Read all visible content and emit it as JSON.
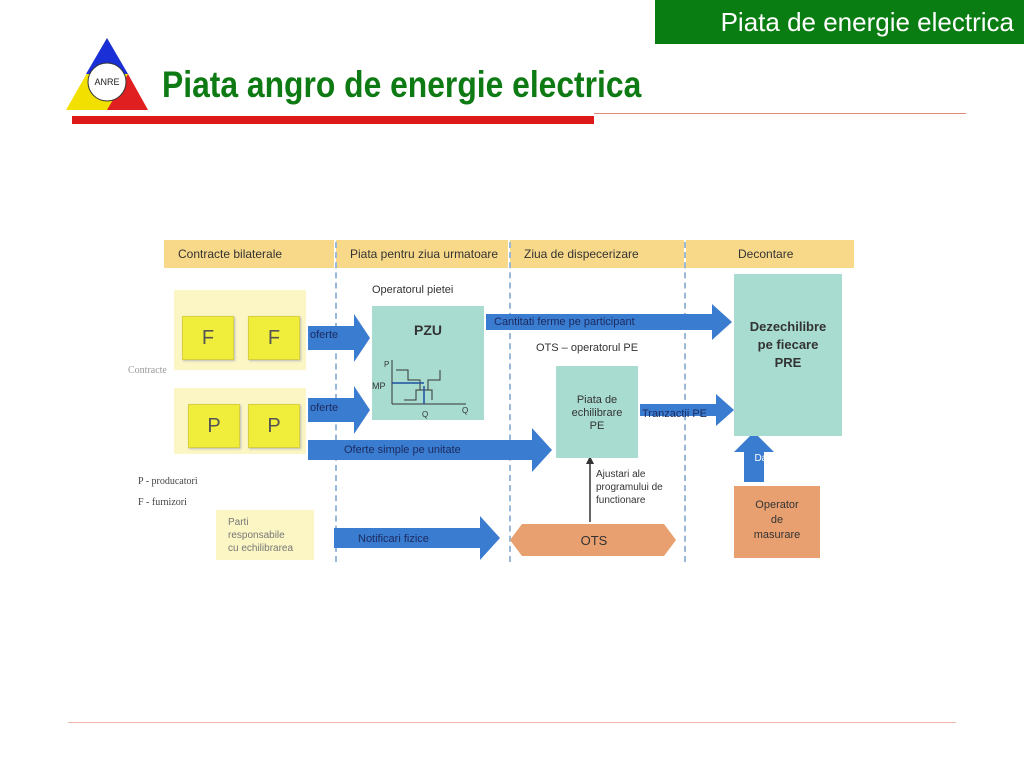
{
  "header": {
    "section": "Piata de energie electrica",
    "title": "Piata angro de energie electrica"
  },
  "logo": {
    "text": "ANRE",
    "colors": [
      "#1a2fd6",
      "#e02020",
      "#f2e100"
    ]
  },
  "diagram": {
    "columns": [
      "Contracte bilaterale",
      "Piata pentru ziua urmatoare",
      "Ziua de dispecerizare",
      "Decontare"
    ],
    "f_label": "F",
    "p_label": "P",
    "contracte_label": "Contracte",
    "legend_p": "P - producatori",
    "legend_f": "F - furnizori",
    "parti_label": [
      "Parti",
      "responsabile",
      "cu echilibrarea"
    ],
    "oferte_1": "oferte",
    "oferte_2": "oferte",
    "oferte_simple": "Oferte simple pe unitate",
    "notificari": "Notificari fizice",
    "operatorul_pietei": "Operatorul pietei",
    "pzu": "PZU",
    "pzu_chart": {
      "p": "P",
      "mp": "MP",
      "q1": "Q",
      "q2": "Q"
    },
    "cantitati": "Cantitati ferme pe participant",
    "ots_operator": "OTS – operatorul PE",
    "piata_echilibrare": [
      "Piata de",
      "echilibrare",
      "PE"
    ],
    "tranzactii": "Tranzactii PE",
    "ajustari": [
      "Ajustari ale",
      "programului de",
      "functionare"
    ],
    "ots": "OTS",
    "dezechilibre": [
      "Dezechilibre",
      "pe fiecare",
      "PRE"
    ],
    "date": "Date",
    "operator_masurare": [
      "Operator",
      "de",
      "masurare"
    ],
    "colors": {
      "header_fill": "#f8d98a",
      "yellow_panel": "#fbf6c4",
      "box_yellow": "#f0ee3a",
      "teal": "#a8dcd0",
      "arrow_blue": "#3a7cd0",
      "ots_orange": "#e8a070",
      "green": "#0d7a13",
      "red_rule": "#dd1a1a"
    }
  }
}
